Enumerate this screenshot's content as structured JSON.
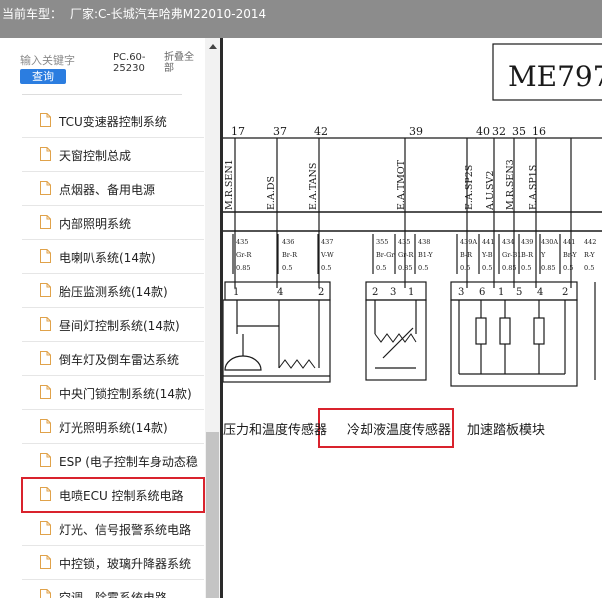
{
  "header": {
    "vehicle_label": "当前车型：",
    "vehicle_value": "厂家:C-长城汽车哈弗M22010-2014"
  },
  "search": {
    "placeholder": "输入关键字",
    "button_label": "查询",
    "code": "PC.60-25230",
    "collapse_label": "折叠全部"
  },
  "sidebar": {
    "items": [
      {
        "label": "TCU变速器控制系统"
      },
      {
        "label": "天窗控制总成"
      },
      {
        "label": "点烟器、备用电源"
      },
      {
        "label": "内部照明系统"
      },
      {
        "label": "电喇叭系统(14款)"
      },
      {
        "label": "胎压监测系统(14款)"
      },
      {
        "label": "昼间灯控制系统(14款)"
      },
      {
        "label": "倒车灯及倒车雷达系统"
      },
      {
        "label": "中央门锁控制系统(14款)"
      },
      {
        "label": "灯光照明系统(14款)"
      },
      {
        "label": "ESP (电子控制车身动态稳"
      },
      {
        "label": "电喷ECU 控制系统电路",
        "selected": true
      },
      {
        "label": "灯光、信号报警系统电路"
      },
      {
        "label": "中控锁，玻璃升降器系统"
      },
      {
        "label": "空调、除雾系统电路"
      }
    ]
  },
  "diagram": {
    "ecu_label": "ME797",
    "pins": [
      "17",
      "37",
      "42",
      "39",
      "40",
      "32",
      "35",
      "16"
    ],
    "signals": [
      "M.R.SEN1",
      "E.A.DS",
      "E.A.TANS",
      "E.A.TMOT",
      "E.A.SP2S",
      "A.U.SV2",
      "M.R.SEN3",
      "E.A.SP1S"
    ],
    "wires": [
      {
        "num": "435",
        "color": "Gr-R",
        "size": "0.85"
      },
      {
        "num": "436",
        "color": "Br-R",
        "size": "0.5"
      },
      {
        "num": "437",
        "color": "V-W",
        "size": "0.5"
      },
      {
        "num": "355",
        "color": "Br-Gr",
        "size": "0.5"
      },
      {
        "num": "435",
        "color": "Gr-R",
        "size": "0.85"
      },
      {
        "num": "438",
        "color": "B1-Y",
        "size": "0.5"
      },
      {
        "num": "439A",
        "color": "B-R",
        "size": "0.5"
      },
      {
        "num": "441",
        "color": "Y-B",
        "size": "0.5"
      },
      {
        "num": "434",
        "color": "Gr-B1",
        "size": "0.85"
      },
      {
        "num": "439",
        "color": "B-R",
        "size": "0.5"
      },
      {
        "num": "430A",
        "color": "Y",
        "size": "0.85"
      },
      {
        "num": "441",
        "color": "Br-Y",
        "size": "0.5"
      },
      {
        "num": "442",
        "color": "R-Y",
        "size": "0.5"
      }
    ],
    "connector_pins": [
      "1",
      "4",
      "2",
      "2",
      "3",
      "1",
      "3",
      "6",
      "1",
      "5",
      "4",
      "2"
    ],
    "captions": [
      "压力和温度传感器",
      "冷却液温度传感器",
      "加速踏板模块"
    ]
  },
  "colors": {
    "title_bar": "#8c8c8c",
    "accent": "#2b7de0",
    "highlight": "#d9232d"
  },
  "icons": {
    "document": "document-icon",
    "scroll_up": "chevron-up-icon"
  }
}
